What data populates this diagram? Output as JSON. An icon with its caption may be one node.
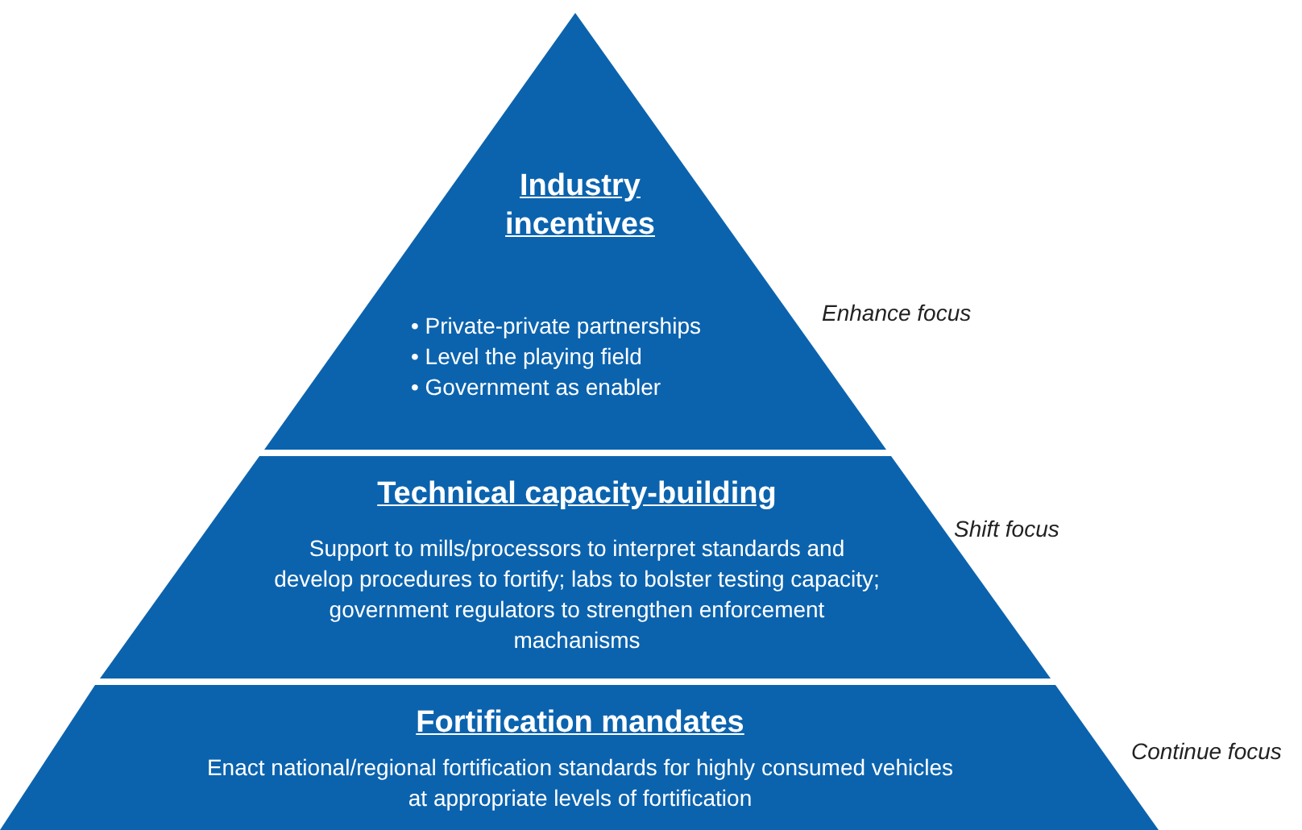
{
  "diagram": {
    "nodes": [
      {
        "text": [
          "Industry incentives",
          "• Private-private partnerships",
          "• Level the playing field",
          "• Government as enabler"
        ],
        "beside": [
          "Enhance focus"
        ]
      },
      {
        "text": [
          "Technical capacity-building",
          "Support to mills/processors to interpret standards and develop procedures to fortify; labs to bolster testing capacity; government regulators to strengthen enforcement machanisms"
        ],
        "beside": [
          "Shift focus"
        ]
      },
      {
        "text": [
          "Fortification mandates",
          "Enact national/regional fortification standards for highly consumed vehicles at appropriate levels of fortification"
        ],
        "beside": [
          "Continue focus"
        ]
      }
    ]
  }
}
